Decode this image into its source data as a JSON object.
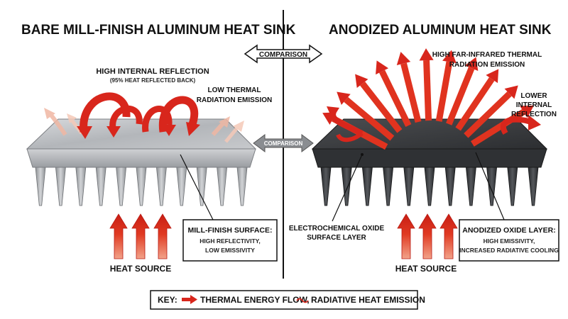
{
  "left": {
    "title": "BARE MILL-FINISH ALUMINUM HEAT SINK",
    "internal_reflection": [
      "HIGH INTERNAL REFLECTION",
      "(95% HEAT REFLECTED BACK)"
    ],
    "emission": [
      "LOW THERMAL",
      "RADIATION EMISSION"
    ],
    "surface_callout": [
      "MILL-FINISH SURFACE:",
      "HIGH REFLECTIVITY,",
      "LOW EMISSIVITY"
    ],
    "heat_source": "HEAT SOURCE"
  },
  "right": {
    "title": "ANODIZED ALUMINUM HEAT SINK",
    "emission": [
      "HIGH FAR-INFRARED THERMAL",
      "RADIATION EMISSION"
    ],
    "internal_reflection": [
      "LOWER",
      "INTERNAL",
      "REFLECTION"
    ],
    "oxide_callout": [
      "ELECTROCHEMICAL OXIDE",
      "SURFACE LAYER"
    ],
    "layer_callout": [
      "ANODIZED OXIDE LAYER:",
      "HIGH EMISSIVITY,",
      "INCREASED RADIATIVE COOLING"
    ],
    "heat_source": "HEAT SOURCE"
  },
  "comparison": [
    "COMPARISON",
    "COMPARISON"
  ],
  "key": {
    "prefix": "KEY:",
    "thermal": "THERMAL ENERGY FLOW,",
    "radiative": "RADIATIVE HEAT EMISSION"
  },
  "colors": {
    "arrow_red": "#d8261c",
    "arrow_faint": "#f0b7a3",
    "bare_metal": "#b9bcc0",
    "anodized": "#3b3d40",
    "divider": "#111111"
  }
}
